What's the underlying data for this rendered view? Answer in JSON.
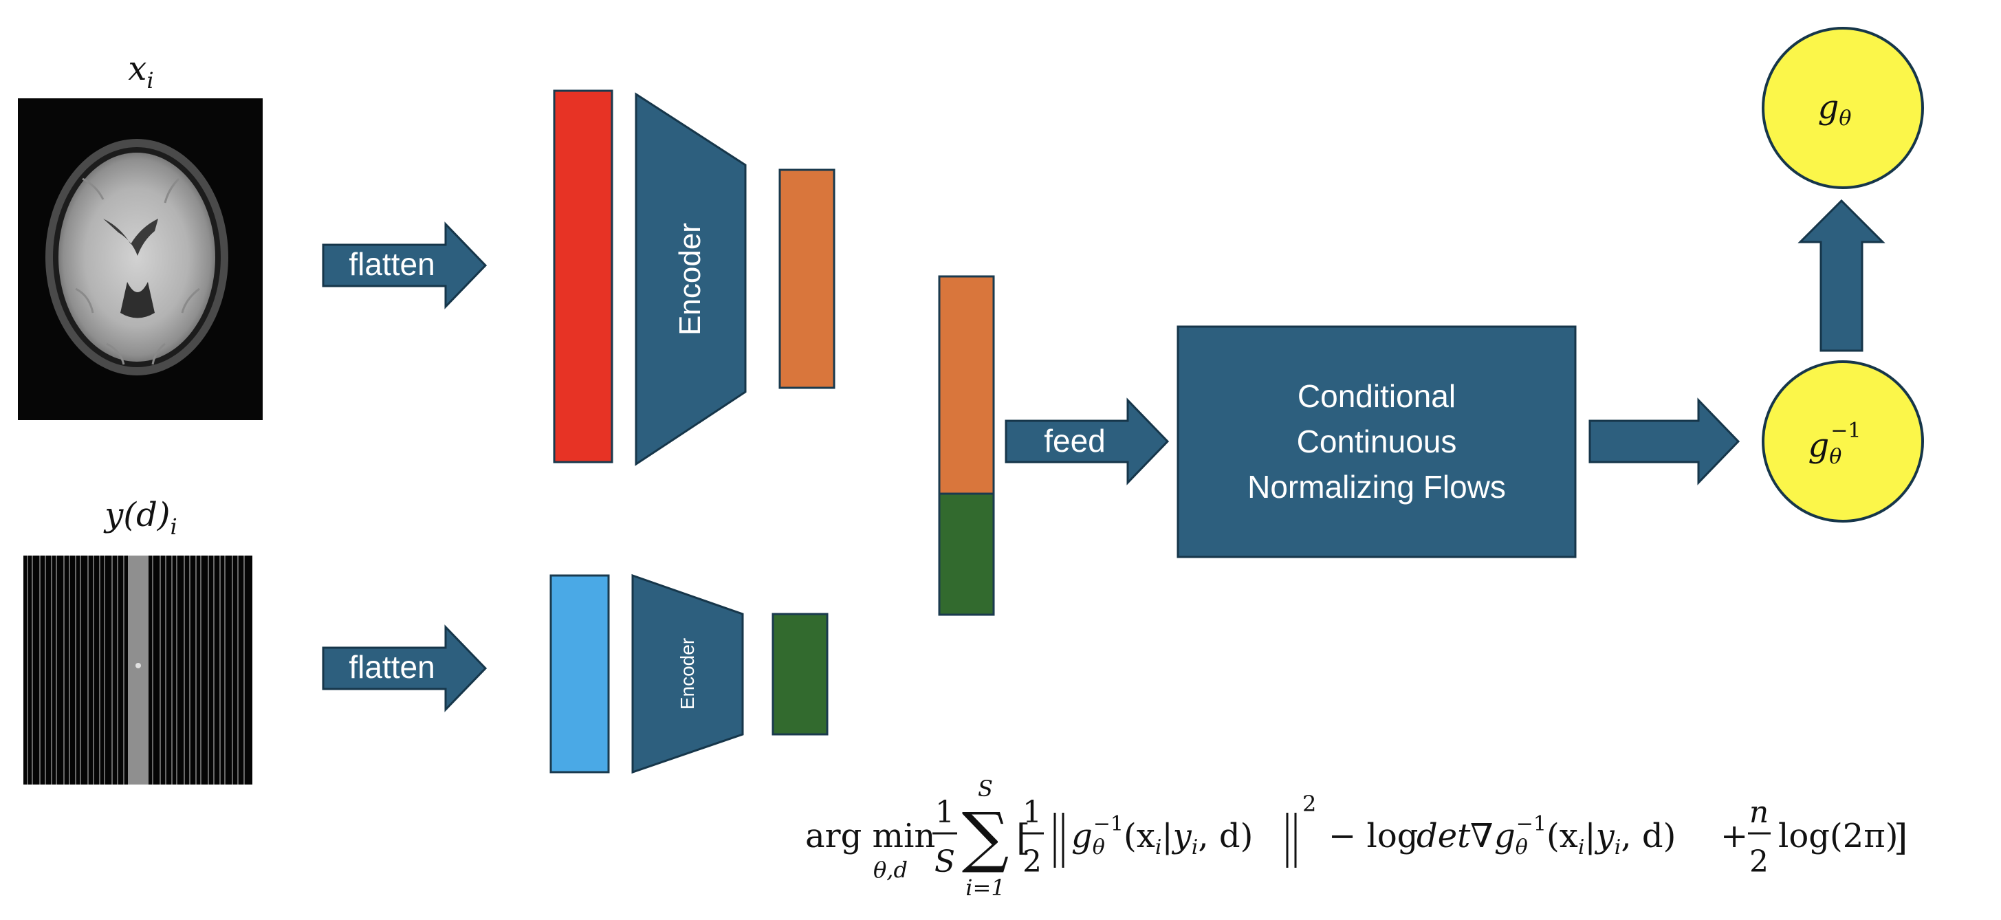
{
  "colors": {
    "arrow_blue": "#2d5f7e",
    "arrow_stroke": "#16364a",
    "red_block": "#e73325",
    "orange_block": "#d9763c",
    "light_blue_block": "#4aa9e6",
    "green_block": "#326a2e",
    "circle_fill": "#fbf64a",
    "mri_bg": "#060606",
    "kspace_line": "#8a8a8a"
  },
  "inputs": {
    "image_label_main": "x",
    "image_label_sub": "i",
    "measurement_label_main": "y(d)",
    "measurement_label_sub": "i"
  },
  "arrows": {
    "top_flatten": "flatten",
    "bottom_flatten": "flatten",
    "feed": "feed"
  },
  "encoders": {
    "top": "Encoder",
    "bottom": "Encoder"
  },
  "flow_box": {
    "line1": "Conditional",
    "line2": "Continuous",
    "line3": "Normalizing Flows"
  },
  "outputs": {
    "forward_main": "g",
    "forward_sub": "θ",
    "inverse_main": "g",
    "inverse_sub": "θ",
    "inverse_sup": "−1"
  },
  "equation": {
    "argmin": "arg min",
    "argmin_sub": "θ,d",
    "frac1_num": "1",
    "frac1_den": "S",
    "sum_top": "S",
    "sum_bottom": "i=1",
    "open_bracket": "[",
    "frac2_num": "1",
    "frac2_den": "2",
    "term1_g": "g",
    "term1_sub": "θ",
    "term1_sup": "−1",
    "term1_args": "(x",
    "term1_args_i": "i",
    "term1_args_rest": "|y",
    "term1_args_i2": "i",
    "term1_args_end": ", d)",
    "square": "2",
    "minus_log": "− log",
    "det": "det",
    "nabla": "∇",
    "term2_g": "g",
    "term2_sub": "θ",
    "term2_sup": "−1",
    "term2_args": "(x",
    "term2_args_i": "i",
    "term2_args_rest": "|y",
    "term2_args_i2": "i",
    "term2_args_end": ", d)",
    "plus": "+",
    "frac3_num": "n",
    "frac3_den": "2",
    "log2pi": "log(2π)",
    "close_bracket": "]"
  }
}
